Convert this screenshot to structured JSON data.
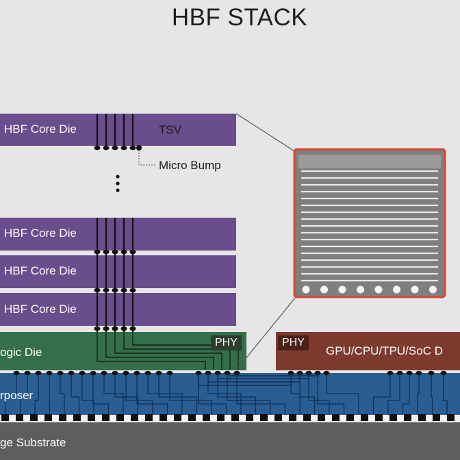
{
  "title": "HBF STACK",
  "core_die_label": "HBF Core Die",
  "tsv_label": "TSV",
  "micro_bump_label": "Micro Bump",
  "logic_die_label": "ogic Die",
  "phy_label": "PHY",
  "processor_label": "GPU/CPU/TPU/SoC D",
  "interposer_label": "rposer",
  "substrate_label": "ge Substrate",
  "colors": {
    "core_die": "#6a4d8c",
    "logic_die": "#33704a",
    "processor": "#7d3a2d",
    "interposer": "#2a5e93",
    "substrate": "#5f5d5d",
    "zoom_border": "#d9452f",
    "background": "#e6e6e6"
  },
  "icons": [
    "ellipsis-vertical-icon",
    "zoom-callout"
  ]
}
